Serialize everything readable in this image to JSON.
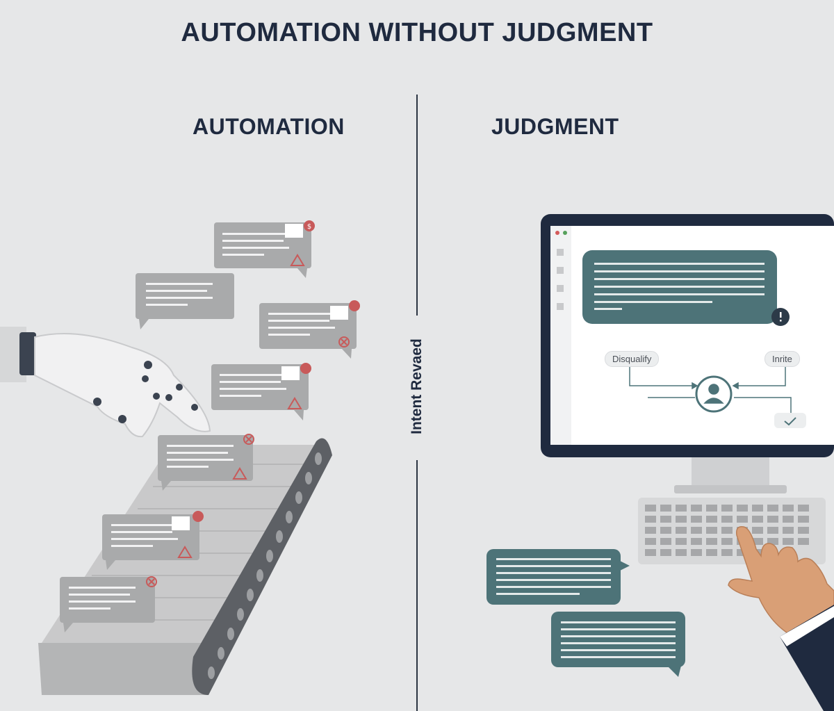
{
  "title": "AUTOMATION WITHOUT JUDGMENT",
  "left_heading": "AUTOMATION",
  "right_heading": "JUDGMENT",
  "divider_label": "Intent Revaed",
  "screen": {
    "disqualify_label": "Disqualify",
    "invite_label": "Inrite"
  },
  "colors": {
    "navy": "#1f2a3f",
    "teal": "#4d7378",
    "card_gray": "#a9aaab",
    "alert_red": "#c85a5a",
    "background": "#e6e7e8"
  }
}
